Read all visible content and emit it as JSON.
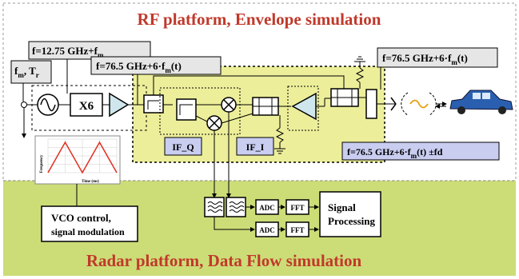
{
  "titles": {
    "rf": "RF platform, Envelope simulation",
    "radar": "Radar platform, Data Flow simulation"
  },
  "labels": {
    "f_lo_base": "f=12.75 GHz+f",
    "f_lo_sub": "m",
    "f_tx_base": "f=76.5 GHz+6·f",
    "f_tx_sub": "m",
    "f_tx_tail": "(t)",
    "f_out_base": "f=76.5 GHz+6·f",
    "f_out_sub": "m",
    "f_out_tail": "(t)",
    "fm_a": "f",
    "fm_a_sub": "m",
    "fm_sep": ", T",
    "fm_b_sub": "r",
    "x6": "X6",
    "if_q": "IF_Q",
    "if_i": "IF_I",
    "f_rx_base": "f=76.5 GHz+6·f",
    "f_rx_sub": "m",
    "f_rx_tail": "(t) ±fd",
    "vco_line1": "VCO control,",
    "vco_line2": "signal modulation",
    "adc1": "ADC",
    "adc2": "ADC",
    "fft1": "FFT",
    "fft2": "FFT",
    "sp_line1": "Signal",
    "sp_line2": "Processing",
    "chart_xlabel": "Time (ms)",
    "chart_ylabel": "Frequency"
  },
  "colors": {
    "rf_band": "#ffffff",
    "radar_band": "#ccdd77",
    "module_bg": "#ecee9a",
    "label_bg": "#c9cdf0",
    "title": "#c0392b",
    "amp_fill": "#cfe7ec",
    "triangle_wave": "#e03020",
    "car": "#2a5fb0"
  },
  "icons": [
    "signal-source-icon",
    "amplifier-icon",
    "mixer-icon",
    "coupler-icon",
    "resistor-icon",
    "ground-icon",
    "antenna-icon",
    "car-icon",
    "filter-icon"
  ],
  "chart_data": {
    "type": "line",
    "title": "",
    "xlabel": "Time (ms)",
    "ylabel": "Frequency",
    "series": [
      {
        "values": [
          0,
          1,
          0,
          1,
          0
        ]
      }
    ],
    "x": [
      0,
      1,
      2,
      3,
      4
    ],
    "grid": true
  }
}
